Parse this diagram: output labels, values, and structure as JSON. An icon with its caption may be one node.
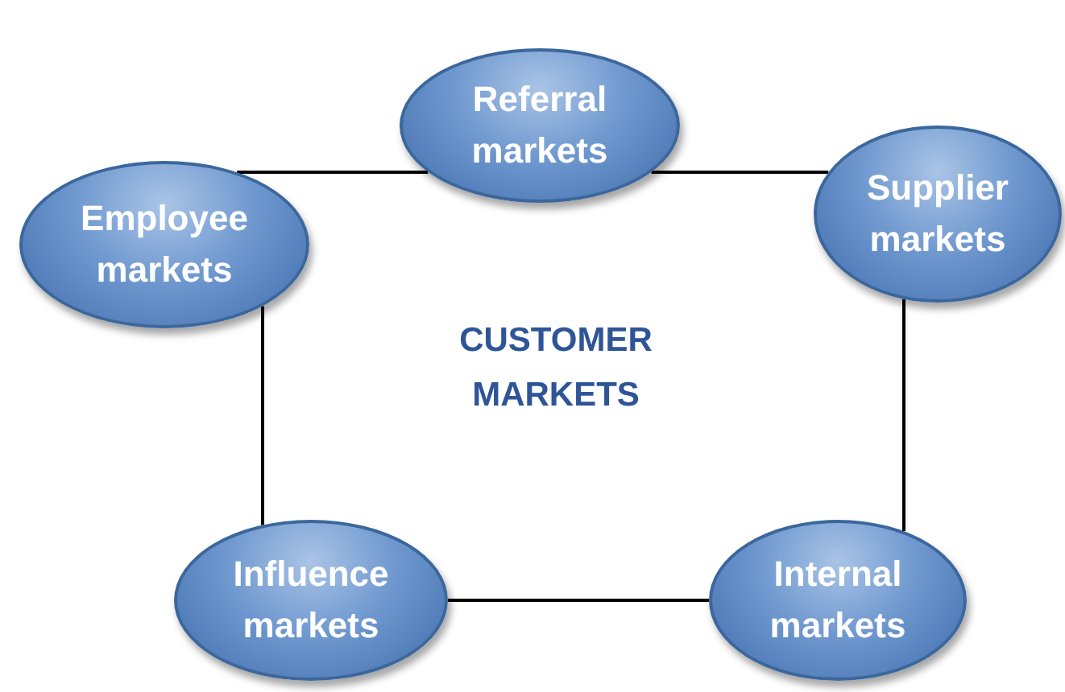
{
  "diagram": {
    "nodes": [
      {
        "text": [
          "Referral markets"
        ]
      },
      {
        "text": [
          "Employee markets"
        ]
      },
      {
        "text": [
          "Supplier markets"
        ]
      },
      {
        "text": [
          "Influence markets"
        ]
      },
      {
        "text": [
          "Internal markets"
        ]
      }
    ],
    "edges": [
      {
        "from": 1,
        "to": 0,
        "arrow": "none"
      },
      {
        "from": 0,
        "to": 2,
        "arrow": "none"
      },
      {
        "from": 1,
        "to": 3,
        "arrow": "none"
      },
      {
        "from": 2,
        "to": 4,
        "arrow": "none"
      },
      {
        "from": 3,
        "to": 4,
        "arrow": "none"
      }
    ],
    "labels": [
      "CUSTOMER MARKETS"
    ]
  }
}
